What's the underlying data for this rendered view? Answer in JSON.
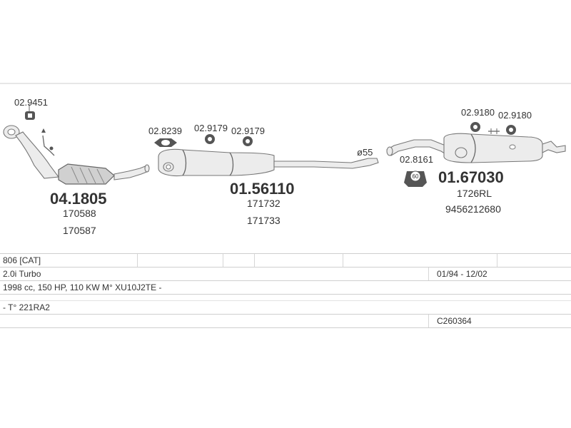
{
  "parts": {
    "clamp_a": "02.9451",
    "catalyst": {
      "code": "04.1805",
      "ref1": "170588",
      "ref2": "170587"
    },
    "clamp_b": "02.8239",
    "mount_a": "02.9179",
    "mount_b": "02.9179",
    "middle_silencer": {
      "code": "01.56110",
      "ref1": "171732",
      "ref2": "171733"
    },
    "pipe_diameter": "ø55",
    "clamp_c": "02.8161",
    "clamp_c_size": "60",
    "mount_c": "02.9180",
    "mount_d": "02.9180",
    "rear_silencer": {
      "code": "01.67030",
      "ref1": "1726RL",
      "ref2": "9456212680"
    }
  },
  "vehicle": {
    "model": "806  [CAT]",
    "engine": "2.0i Turbo",
    "years": "01/94 - 12/02",
    "spec": "1998 cc, 150 HP, 110 KW M° XU10J2TE -",
    "type": "- T° 221RA2",
    "code": "C260364"
  }
}
